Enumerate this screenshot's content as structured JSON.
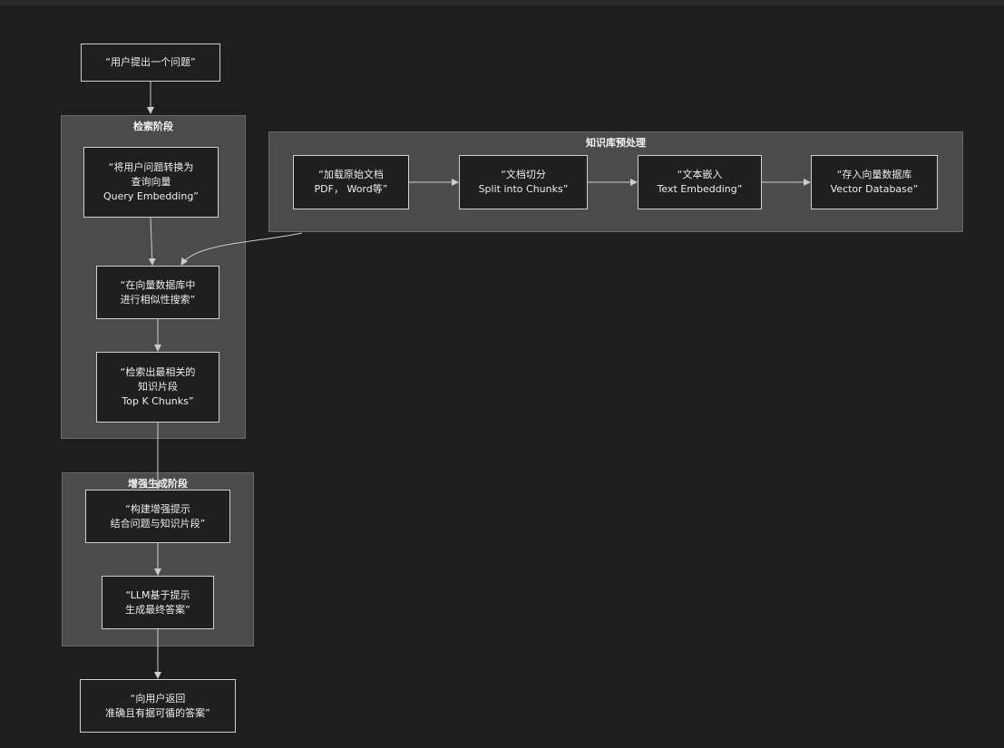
{
  "clusters": {
    "retrieval": {
      "title": "检索阶段"
    },
    "kb": {
      "title": "知识库预处理"
    },
    "augment": {
      "title": "增强生成阶段"
    }
  },
  "nodes": {
    "user_question": {
      "lines": [
        "“用户提出一个问题”"
      ]
    },
    "query_embed": {
      "lines": [
        "“将用户问题转换为",
        "查询向量",
        "Query Embedding”"
      ]
    },
    "vector_search": {
      "lines": [
        "“在向量数据库中",
        "进行相似性搜索”"
      ]
    },
    "top_k": {
      "lines": [
        "“检索出最相关的",
        "知识片段",
        "Top K Chunks”"
      ]
    },
    "load_docs": {
      "lines": [
        "“加载原始文档",
        "PDF， Word等”"
      ]
    },
    "split": {
      "lines": [
        "“文档切分",
        "Split into Chunks”"
      ]
    },
    "text_embed": {
      "lines": [
        "“文本嵌入",
        "Text Embedding”"
      ]
    },
    "store_db": {
      "lines": [
        "“存入向量数据库",
        "Vector Database”"
      ]
    },
    "build_prompt": {
      "lines": [
        "“构建增强提示",
        "结合问题与知识片段”"
      ]
    },
    "llm_answer": {
      "lines": [
        "“LLM基于提示",
        "生成最终答案”"
      ]
    },
    "return_answer": {
      "lines": [
        "“向用户返回",
        "准确且有据可循的答案”"
      ]
    }
  },
  "colors": {
    "background": "#1e1e1e",
    "cluster_fill": "#4a4b4a",
    "node_fill": "#1f1f1f",
    "node_border": "#cfcfcf",
    "edge": "#cccccc"
  }
}
